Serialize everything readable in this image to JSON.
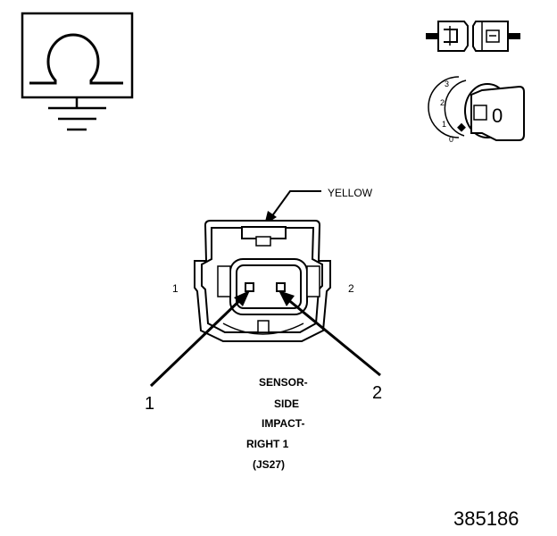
{
  "wire_color_label": "YELLOW",
  "cavity_labels": [
    "1",
    "2"
  ],
  "callouts": [
    "1",
    "2"
  ],
  "sensor_caption": [
    "SENSOR-",
    "SIDE",
    "IMPACT-",
    "RIGHT 1",
    "(JS27)"
  ],
  "ignition_positions": [
    "3",
    "2",
    "1",
    "0"
  ],
  "ignition_key_text": "0",
  "figure_number": "385186",
  "icons": [
    "ohmmeter-ground-icon",
    "connector-disconnected-icon",
    "ignition-key-off-icon"
  ]
}
